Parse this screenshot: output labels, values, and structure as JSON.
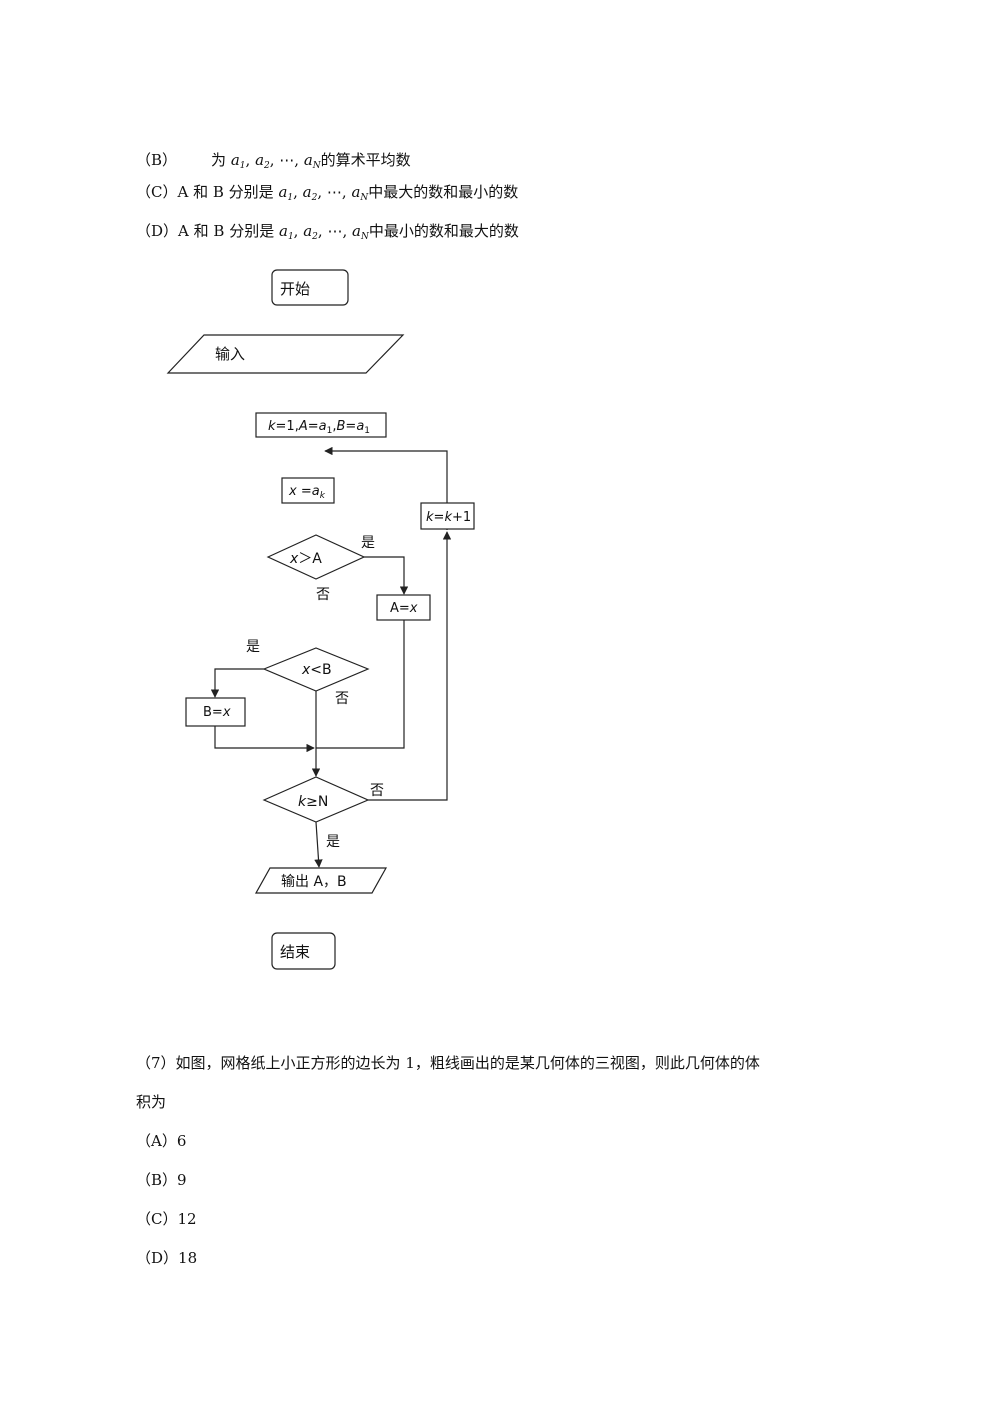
{
  "options_q6": {
    "B": {
      "label": "（B）",
      "text": "为",
      "seq": [
        "a",
        "1",
        "a",
        "2",
        "a",
        "N"
      ],
      "tail": "的算术平均数"
    },
    "C": {
      "label": "（C）",
      "text": "A 和 B 分别是",
      "tail": "中最大的数和最小的数"
    },
    "D": {
      "label": "（D）",
      "text": "A 和 B 分别是",
      "tail": "中最小的数和最大的数"
    },
    "sep": ",",
    "ellipsis": "⋯"
  },
  "flowchart": {
    "start": "开始",
    "input": "输入",
    "init": "k=1,A=a1,B=a1",
    "assign": "x =ak",
    "increment": "k=k+1",
    "cond_a": "x＞A",
    "set_a": "A=x",
    "cond_b": "x<B",
    "set_b": "B=x",
    "cond_k": "k≥N",
    "output": "输出 A，B",
    "end": "结束",
    "yes": "是",
    "no": "否"
  },
  "question7": {
    "stem_line1": "（7）如图，网格纸上小正方形的边长为 1，粗线画出的是某几何体的三视图，则此几何体的体",
    "stem_line2": "积为",
    "options": [
      {
        "label": "（A）",
        "value": "6"
      },
      {
        "label": "（B）",
        "value": "9"
      },
      {
        "label": "（C）",
        "value": "12"
      },
      {
        "label": "（D）",
        "value": "18"
      }
    ]
  }
}
